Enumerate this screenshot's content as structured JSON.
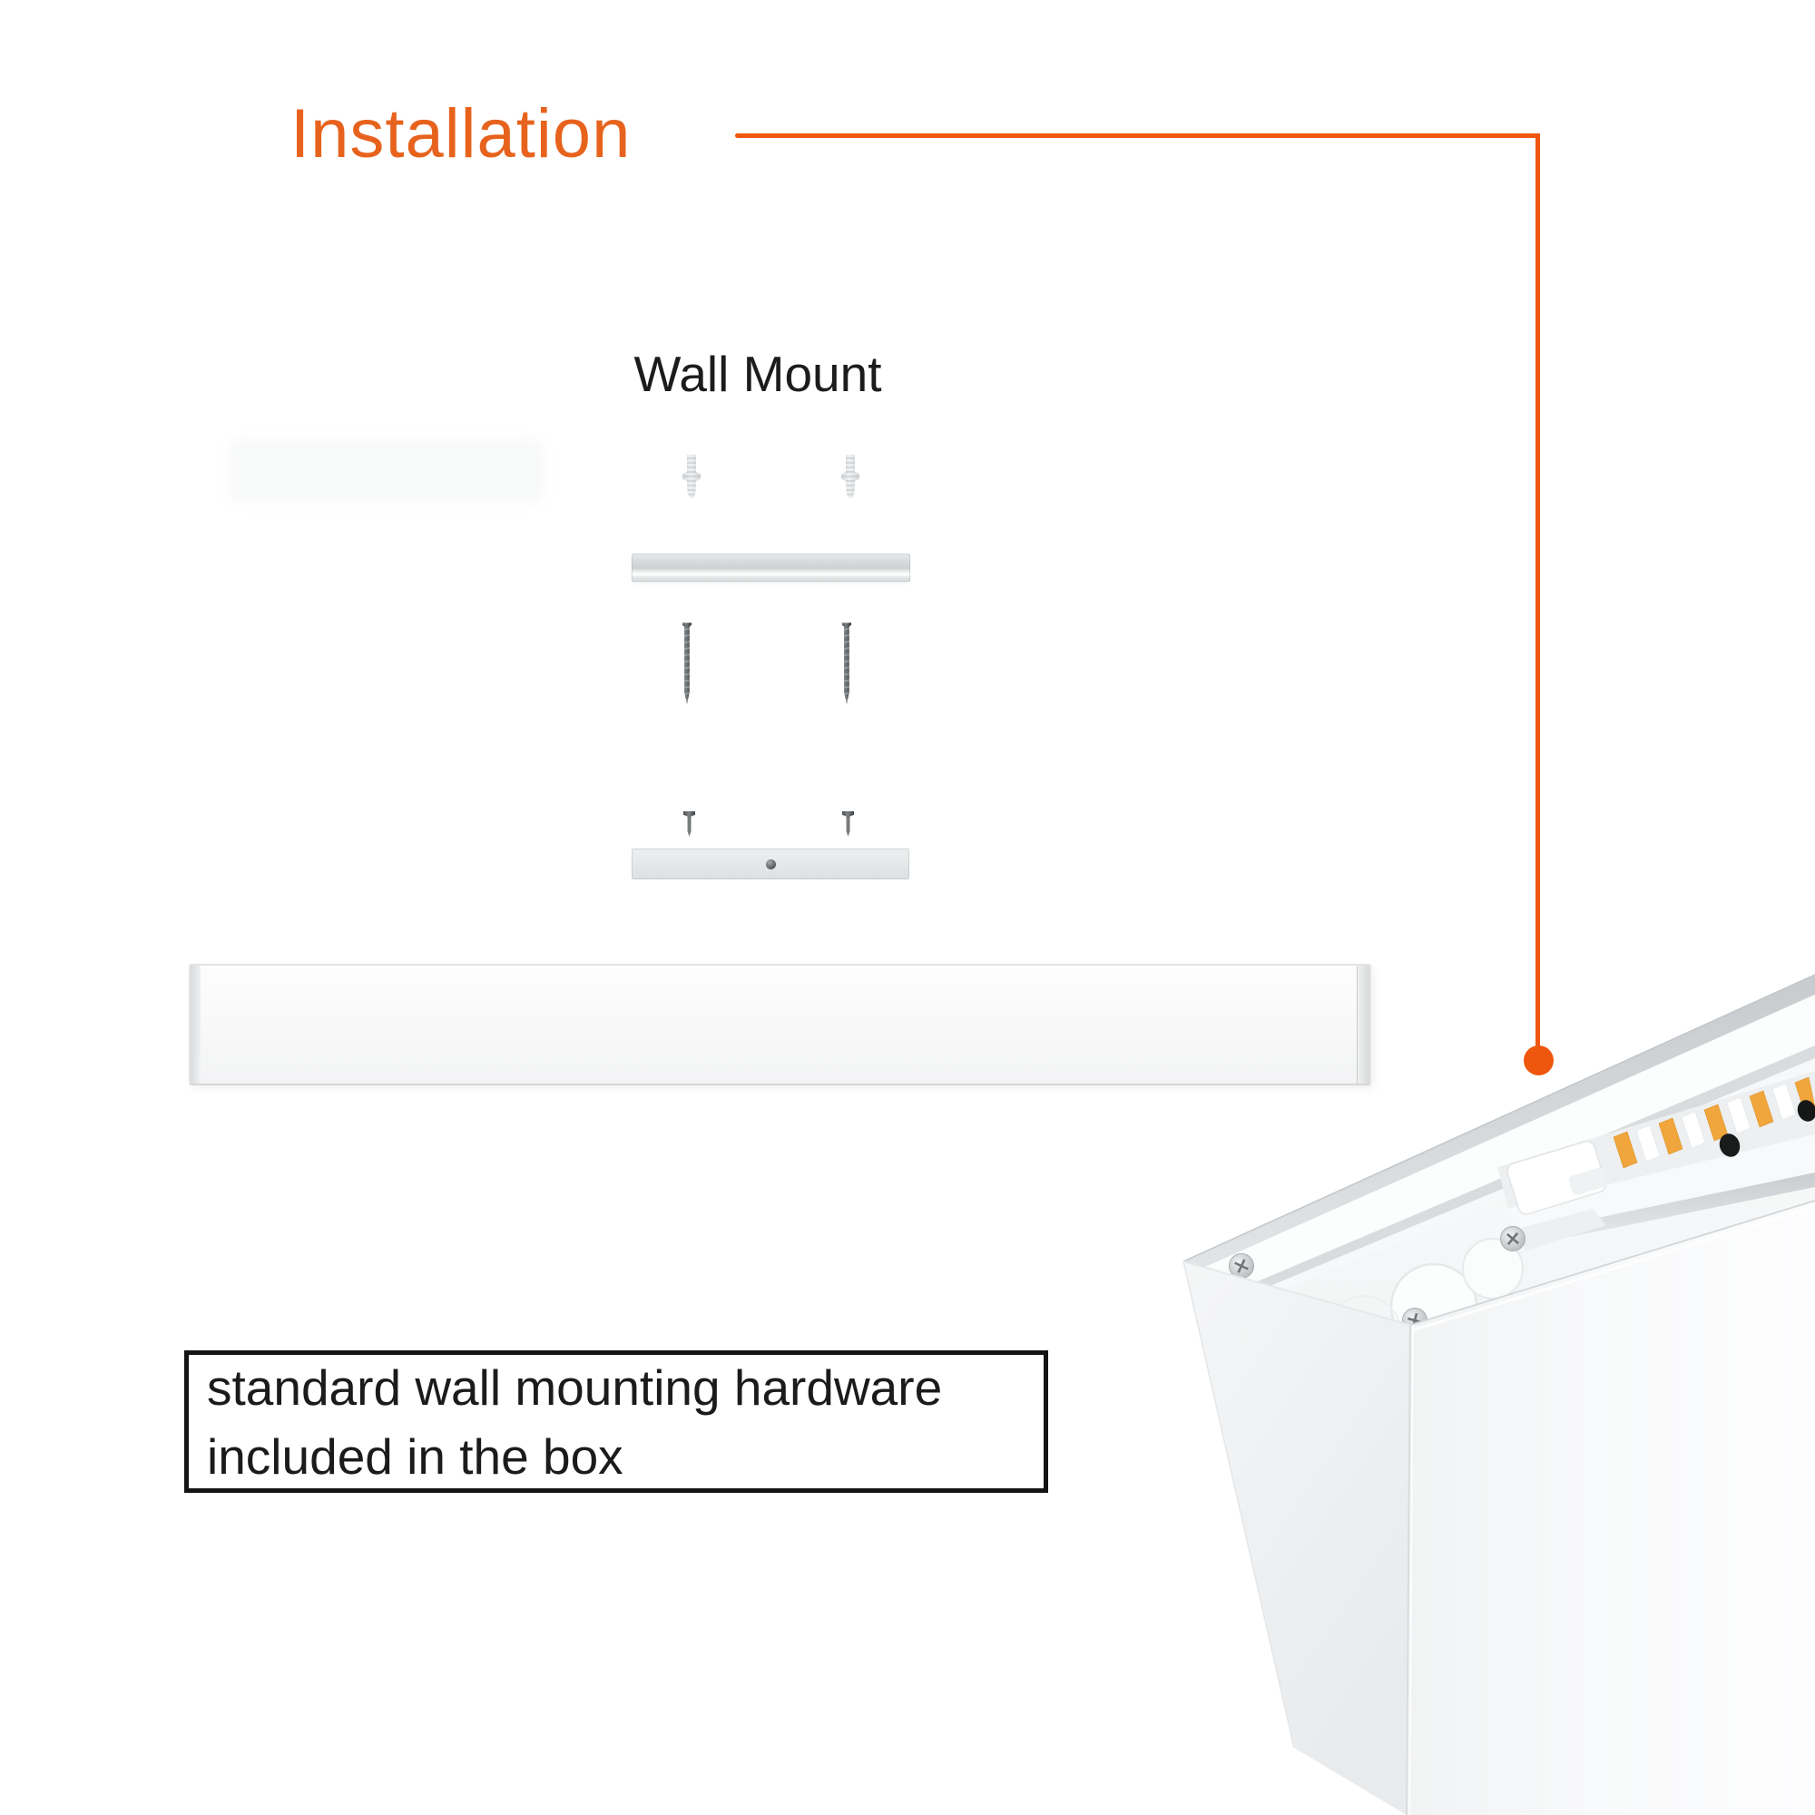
{
  "colors": {
    "accent": "#E7631D",
    "connector": "#EF560E",
    "ink": "#1B1B1B",
    "led_warm": "#F0A63C",
    "led_cool": "#FFFFFF"
  },
  "header": {
    "title": "Installation"
  },
  "wall_mount": {
    "heading": "Wall Mount",
    "hardware_icons": [
      "wall-anchor",
      "wall-anchor",
      "mounting-bracket",
      "long-screw",
      "long-screw",
      "small-screw",
      "small-screw",
      "mounting-plate"
    ],
    "fixture_icon": "linear-light-bar"
  },
  "note": {
    "line1": "standard wall mounting hardware",
    "line2": "included in the box"
  },
  "product_render_icon": "led-linear-fixture-corner-view"
}
